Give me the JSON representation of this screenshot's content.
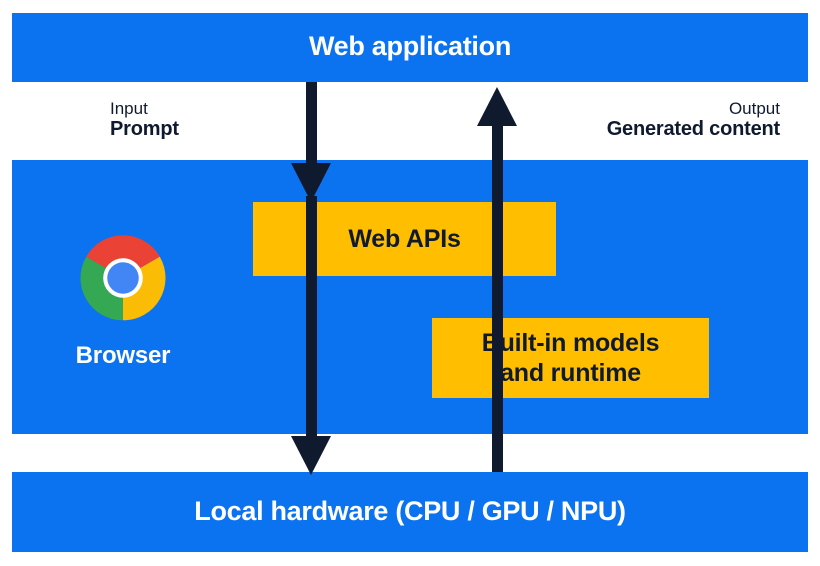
{
  "diagram": {
    "title": "Web application",
    "bands": {
      "top": {
        "label": "Web application"
      },
      "middle": {
        "label": "Browser"
      },
      "bottom": {
        "label": "Local hardware (CPU / GPU / NPU)"
      }
    },
    "flows": {
      "input": {
        "kind": "Input",
        "value": "Prompt"
      },
      "output": {
        "kind": "Output",
        "value": "Generated content"
      }
    },
    "boxes": [
      {
        "id": "web-apis",
        "label": "Web APIs"
      },
      {
        "id": "built-in",
        "line1": "Built-in models",
        "line2": "and runtime"
      }
    ],
    "browser": {
      "label": "Browser",
      "logo": "chrome-logo-icon"
    },
    "arrows": [
      {
        "name": "input-arrow-to-web-apis",
        "direction": "down"
      },
      {
        "name": "input-arrow-to-local-hardware",
        "direction": "down"
      },
      {
        "name": "output-arrow-to-web-application",
        "direction": "up"
      }
    ],
    "colors": {
      "band_blue": "#0b72f0",
      "box_yellow": "#ffbf00",
      "arrow_navy": "#101a2e",
      "text_on_band": "#ffffff",
      "chrome_red": "#ea4335",
      "chrome_yellow": "#fbbc05",
      "chrome_green": "#34a853",
      "chrome_blue": "#4285f4",
      "chrome_ring": "#ffffff"
    }
  }
}
